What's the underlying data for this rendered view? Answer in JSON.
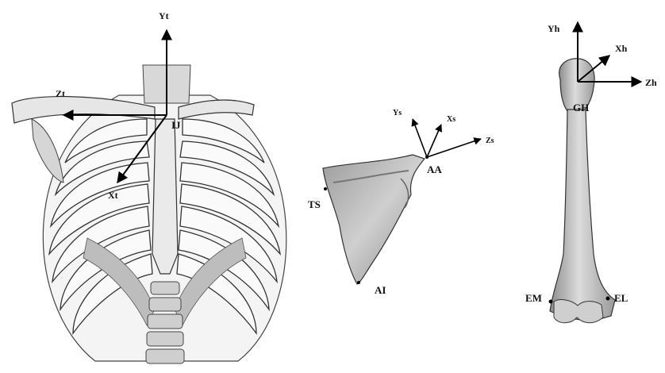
{
  "figure": {
    "thorax": {
      "axes": {
        "y": "Yt",
        "z": "Zt",
        "x": "Xt"
      },
      "landmarks": {
        "ij": "IJ"
      }
    },
    "scapula": {
      "axes": {
        "y": "Ys",
        "x": "Xs",
        "z": "Zs"
      },
      "landmarks": {
        "aa": "AA",
        "ts": "TS",
        "ai": "AI"
      }
    },
    "humerus": {
      "axes": {
        "y": "Yh",
        "x": "Xh",
        "z": "Zh"
      },
      "landmarks": {
        "gh": "GH",
        "em": "EM",
        "el": "EL"
      }
    }
  }
}
